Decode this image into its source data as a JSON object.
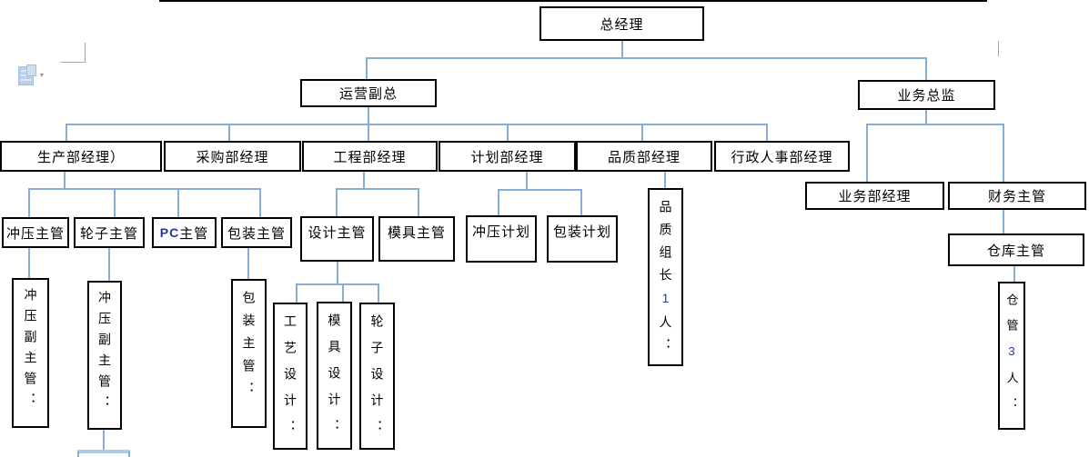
{
  "app_context": {
    "type": "word-processor-canvas-with-org-chart",
    "paste_options_icon": "clipboard-paste-icon",
    "dropdown_arrow_glyph": "▾"
  },
  "colors": {
    "connector": "#84aed6",
    "selected_connector": "#aecbe8",
    "box_border": "#000000",
    "latin_accent": "#27389b",
    "margin_mark": "#a6a6a6",
    "background": "#ffffff"
  },
  "nodes": {
    "zjl": "总经理",
    "yyfz": "运营副总",
    "ywzj": "业务总监",
    "scbjl": "生产部经理）",
    "cgbjl": "采购部经理",
    "gcbjl": "工程部经理",
    "jhbjl": "计划部经理",
    "pzbjl": "品质部经理",
    "xzrsbjl": "行政人事部经理",
    "ywbjl": "业务部经理",
    "cwzg": "财务主管",
    "cyzg": "冲压主管",
    "lzzg": "轮子主管",
    "pczg": {
      "pre": "PC",
      "post": " 主管"
    },
    "bzzg": "包装主管",
    "sjzg": "设计主管",
    "mjzg": "模具主管",
    "cyjh": "冲压计划",
    "bzjh": "包装计划",
    "pzzz": {
      "pre": "品质组长",
      "num": "1",
      "post": "人："
    },
    "ckzg": "仓库主管",
    "cyfzg1": "冲压副主管：",
    "cyfzg2": "冲压副主管：",
    "bzzgv": "包装主管：",
    "gysj": "工艺设计：",
    "mjsj": "模具设计：",
    "lzsj": "轮子设计：",
    "cg3r": {
      "pre": "仓管",
      "num": "3",
      "post": "人："
    }
  },
  "edges": [
    {
      "parent": "总经理",
      "children": [
        "运营副总",
        "业务总监"
      ]
    },
    {
      "parent": "运营副总",
      "children": [
        "生产部经理）",
        "采购部经理",
        "工程部经理",
        "计划部经理",
        "品质部经理",
        "行政人事部经理"
      ]
    },
    {
      "parent": "业务总监",
      "children": [
        "业务部经理",
        "财务主管"
      ]
    },
    {
      "parent": "生产部经理）",
      "children": [
        "冲压主管",
        "轮子主管",
        "PC 主管",
        "包装主管"
      ]
    },
    {
      "parent": "工程部经理",
      "children": [
        "设计主管",
        "模具主管"
      ]
    },
    {
      "parent": "计划部经理",
      "children": [
        "冲压计划",
        "包装计划"
      ]
    },
    {
      "parent": "品质部经理",
      "children": [
        "品质组长1人："
      ]
    },
    {
      "parent": "财务主管",
      "children": [
        "仓库主管"
      ]
    },
    {
      "parent": "仓库主管",
      "children": [
        "仓管3人："
      ]
    },
    {
      "parent": "冲压主管",
      "children": [
        "冲压副主管："
      ]
    },
    {
      "parent": "轮子主管",
      "children": [
        "冲压副主管："
      ]
    },
    {
      "parent": "包装主管",
      "children": [
        "包装主管："
      ]
    },
    {
      "parent": "设计主管",
      "children": [
        "工艺设计：",
        "模具设计：",
        "轮子设计："
      ]
    }
  ]
}
